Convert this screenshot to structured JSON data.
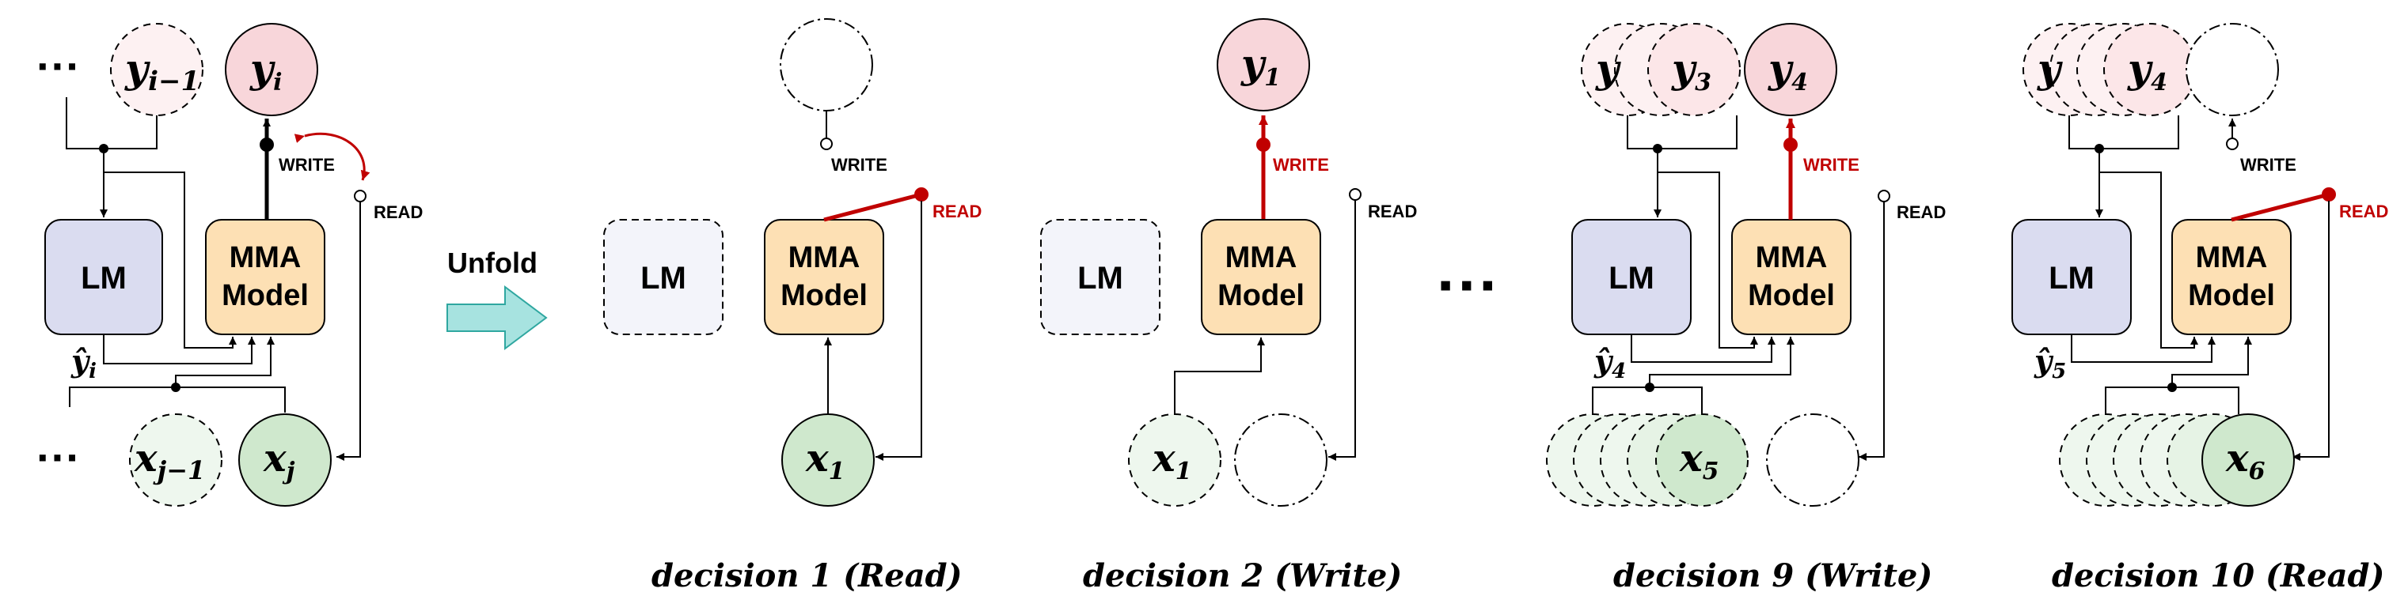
{
  "colors": {
    "lm_fill": "#dadcf0",
    "mma_fill": "#fde0b4",
    "y_fill": "#f8d6da",
    "x_fill": "#cfe8cd",
    "arrow_fill": "#a7e3e0",
    "accent_red": "#c00000",
    "stroke": "#000000"
  },
  "legend": {
    "ellipsis": "···",
    "y_prev": "y",
    "y_prev_sub": "i−1",
    "y_cur": "y",
    "y_cur_sub": "i",
    "x_prev": "x",
    "x_prev_sub": "j−1",
    "x_cur": "x",
    "x_cur_sub": "j",
    "lm": "LM",
    "mma_line1": "MMA",
    "mma_line2": "Model",
    "write": "WRITE",
    "read": "READ",
    "yhat": "ŷ",
    "yhat_sub": "i"
  },
  "unfold": {
    "label": "Unfold"
  },
  "panels": {
    "d1": {
      "lm": "LM",
      "mma_line1": "MMA",
      "mma_line2": "Model",
      "write": "WRITE",
      "read": "READ",
      "x": "x",
      "x_sub": "1",
      "caption_pre": "decision 1 (",
      "caption_word": "Read",
      "caption_post": ")"
    },
    "d2": {
      "lm": "LM",
      "mma_line1": "MMA",
      "mma_line2": "Model",
      "write": "WRITE",
      "read": "READ",
      "y": "y",
      "y_sub": "1",
      "x": "x",
      "x_sub": "1",
      "caption_pre": "decision 2 (",
      "caption_word": "Write",
      "caption_post": ")"
    },
    "mid": {
      "ellipsis": "···"
    },
    "d9": {
      "lm": "LM",
      "mma_line1": "MMA",
      "mma_line2": "Model",
      "write": "WRITE",
      "read": "READ",
      "y3": "y",
      "y3_sub": "3",
      "y4": "y",
      "y4_sub": "4",
      "y_partial": "y",
      "x": "x",
      "x_sub": "5",
      "yhat": "ŷ",
      "yhat_sub": "4",
      "caption_pre": "decision 9 (",
      "caption_word": "Write",
      "caption_post": ")"
    },
    "d10": {
      "lm": "LM",
      "mma_line1": "MMA",
      "mma_line2": "Model",
      "write": "WRITE",
      "read": "READ",
      "y4": "y",
      "y4_sub": "4",
      "y_partial": "y",
      "x": "x",
      "x_sub": "6",
      "yhat": "ŷ",
      "yhat_sub": "5",
      "caption_pre": "decision 10 (",
      "caption_word": "Read",
      "caption_post": ")"
    }
  }
}
